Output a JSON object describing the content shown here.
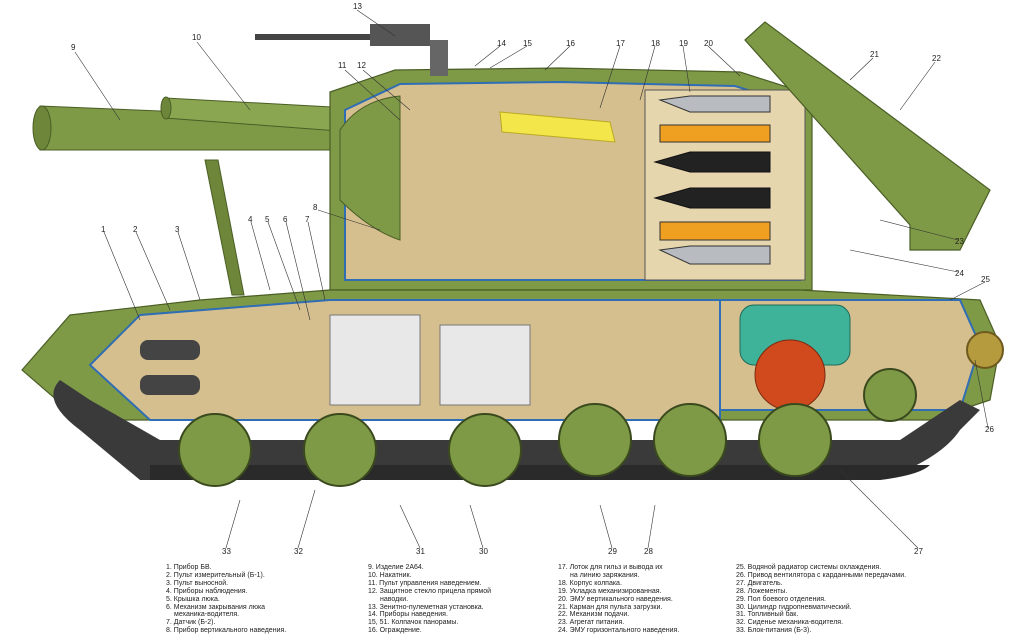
{
  "callouts": [
    "1",
    "2",
    "3",
    "4",
    "5",
    "6",
    "7",
    "8",
    "9",
    "10",
    "11",
    "12",
    "13",
    "14",
    "15",
    "16",
    "17",
    "18",
    "19",
    "20",
    "21",
    "22",
    "23",
    "24",
    "25",
    "26",
    "27",
    "28",
    "29",
    "30",
    "31",
    "32",
    "33"
  ],
  "legend": {
    "col1": [
      "1. Прибор БВ.",
      "2. Пульт измерительный (Б-1).",
      "3. Пульт выносной.",
      "4. Приборы наблюдения.",
      "5. Крышка люка.",
      "6. Механизм закрывания люка",
      "механика-водителя.",
      "7. Датчик (Б-2).",
      "8. Прибор вертикального наведения."
    ],
    "col2": [
      "9. Изделие 2А64.",
      "10. Накатник.",
      "11. Пульт управления наведением.",
      "12. Защитное стекло прицела прямой",
      "наводки.",
      "13. Зенитно-пулеметная установка.",
      "14. Приборы наведения.",
      "15, 51. Колпачок панорамы.",
      "16. Ограждение."
    ],
    "col3": [
      "17. Лоток для гильз и вывода их",
      "на линию заряжания.",
      "18. Корпус колпака.",
      "19. Укладка механизированная.",
      "20. ЭМУ вертикального наведения.",
      "21. Карман для пульта загрузки.",
      "22. Механизм подачи.",
      "23. Агрегат питания.",
      "24. ЭМУ горизонтального наведения."
    ],
    "col4": [
      "25. Водяной радиатор системы охлаждения.",
      "26. Привод вентилятора с карданными передачами.",
      "27. Двигатель.",
      "28. Ложементы.",
      "29. Пол боевого отделения.",
      "30. Цилиндр гидропневматический.",
      "31. Топливный бак.",
      "32. Сиденье механика-водителя.",
      "33. Блок-питания (Б-3)."
    ]
  },
  "colors": {
    "armor": "#7f9a46",
    "armor_dark": "#5b7230",
    "interior": "#d6bf8e",
    "interior_light": "#e6d6ae",
    "blue_line": "#2f6db5",
    "track": "#3a3a3a",
    "shell_orange": "#f0a020",
    "shell_gray": "#b8bcc0",
    "engine_teal": "#3fb39a",
    "tray_yellow": "#f2e64a"
  }
}
